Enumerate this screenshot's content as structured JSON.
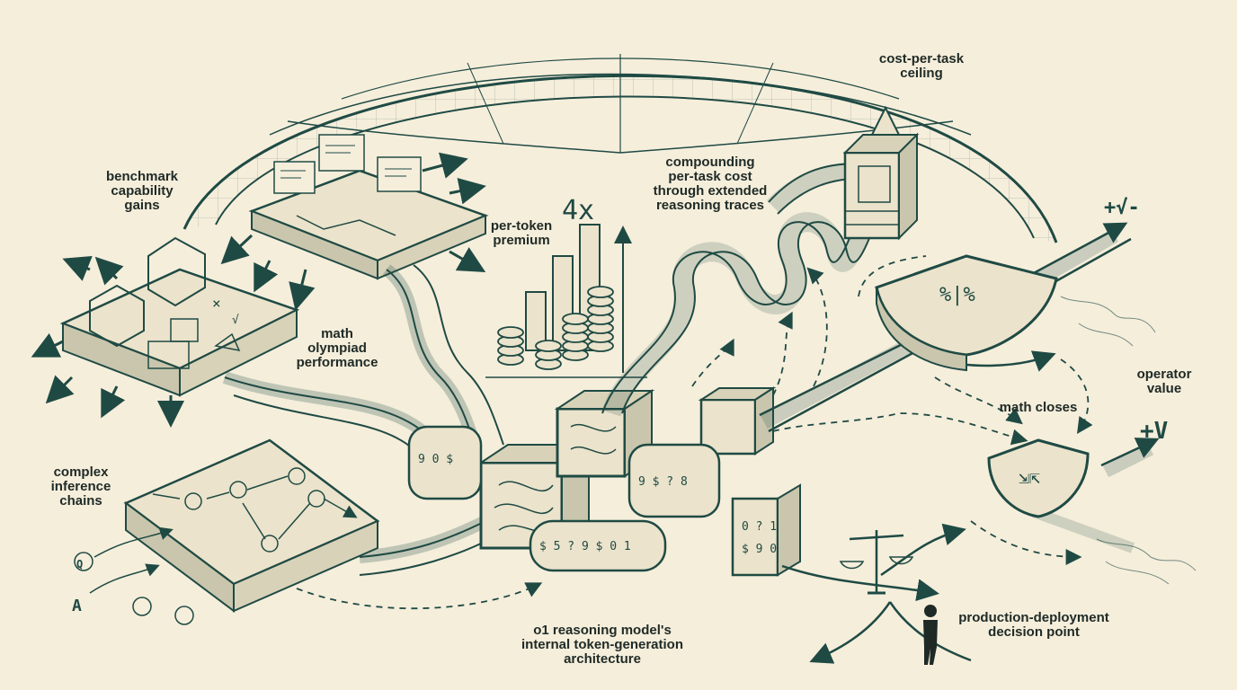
{
  "labels": {
    "benchmark": "benchmark\ncapability\ngains",
    "math_olympiad": "math\nolympiad\nperformance",
    "per_token": "per-token\npremium",
    "multiplier": "4x",
    "compounding": "compounding\nper-task cost\nthrough extended\nreasoning traces",
    "ceiling": "cost-per-task\nceiling",
    "operator_value": "operator\nvalue",
    "math_closes": "math closes",
    "complex_inference": "complex\ninference\nchains",
    "architecture": "o1 reasoning model's\ninternal token-generation\narchitecture",
    "decision_point": "production-deployment\ndecision point",
    "node_q": "Q",
    "node_a": "A",
    "symbol_top": "+√-",
    "symbol_bottom": "+V"
  },
  "colors": {
    "ink": "#1f4a44",
    "paper": "#f5eedb",
    "panel": "#ebe3cb",
    "shade": "#c9c6ad"
  }
}
